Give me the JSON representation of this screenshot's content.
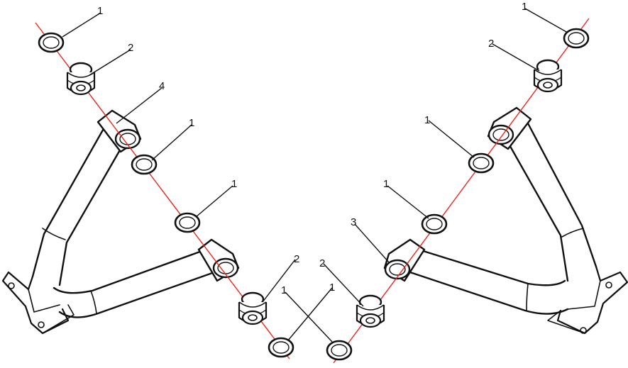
{
  "colors": {
    "ink": "#111111",
    "axis": "#e8261f",
    "paper": "#ffffff",
    "washer_fill": "#ffffff"
  },
  "callouts": {
    "left_top_washer": "1",
    "left_top_bushing": "2",
    "left_arm": "4",
    "left_mid_washer_upper": "1",
    "left_mid_washer_lower": "1",
    "left_bottom_bushing": "2",
    "left_bottom_washer": "1",
    "right_top_washer": "1",
    "right_top_bushing": "2",
    "right_mid_washer_upper": "1",
    "right_mid_washer_lower": "1",
    "right_arm": "3",
    "right_bottom_bushing": "2",
    "right_bottom_washer": "1"
  }
}
